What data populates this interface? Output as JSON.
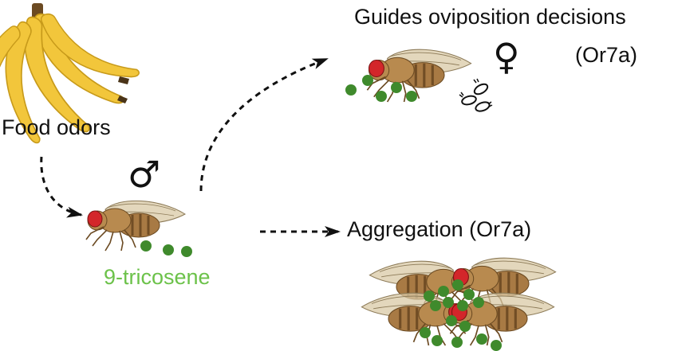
{
  "labels": {
    "food": "Food odors",
    "oviposition": "Guides oviposition decisions",
    "oviposition_receptor": "(Or7a)",
    "aggregation": "Aggregation (Or7a)",
    "pheromone": "9-tricosene"
  },
  "symbols": {
    "male": "♂",
    "female": "♀"
  },
  "colors": {
    "pheromone_dot": "#3f8a2c",
    "pheromone_text": "#6cc24a",
    "banana": "#f2c63b",
    "fly_body": "#b88a4f",
    "fly_eye": "#d3262a",
    "arrow": "#111111"
  },
  "icons": [
    "banana-bunch-icon",
    "fly-icon",
    "egg-icon",
    "dashed-arrow-icon"
  ]
}
